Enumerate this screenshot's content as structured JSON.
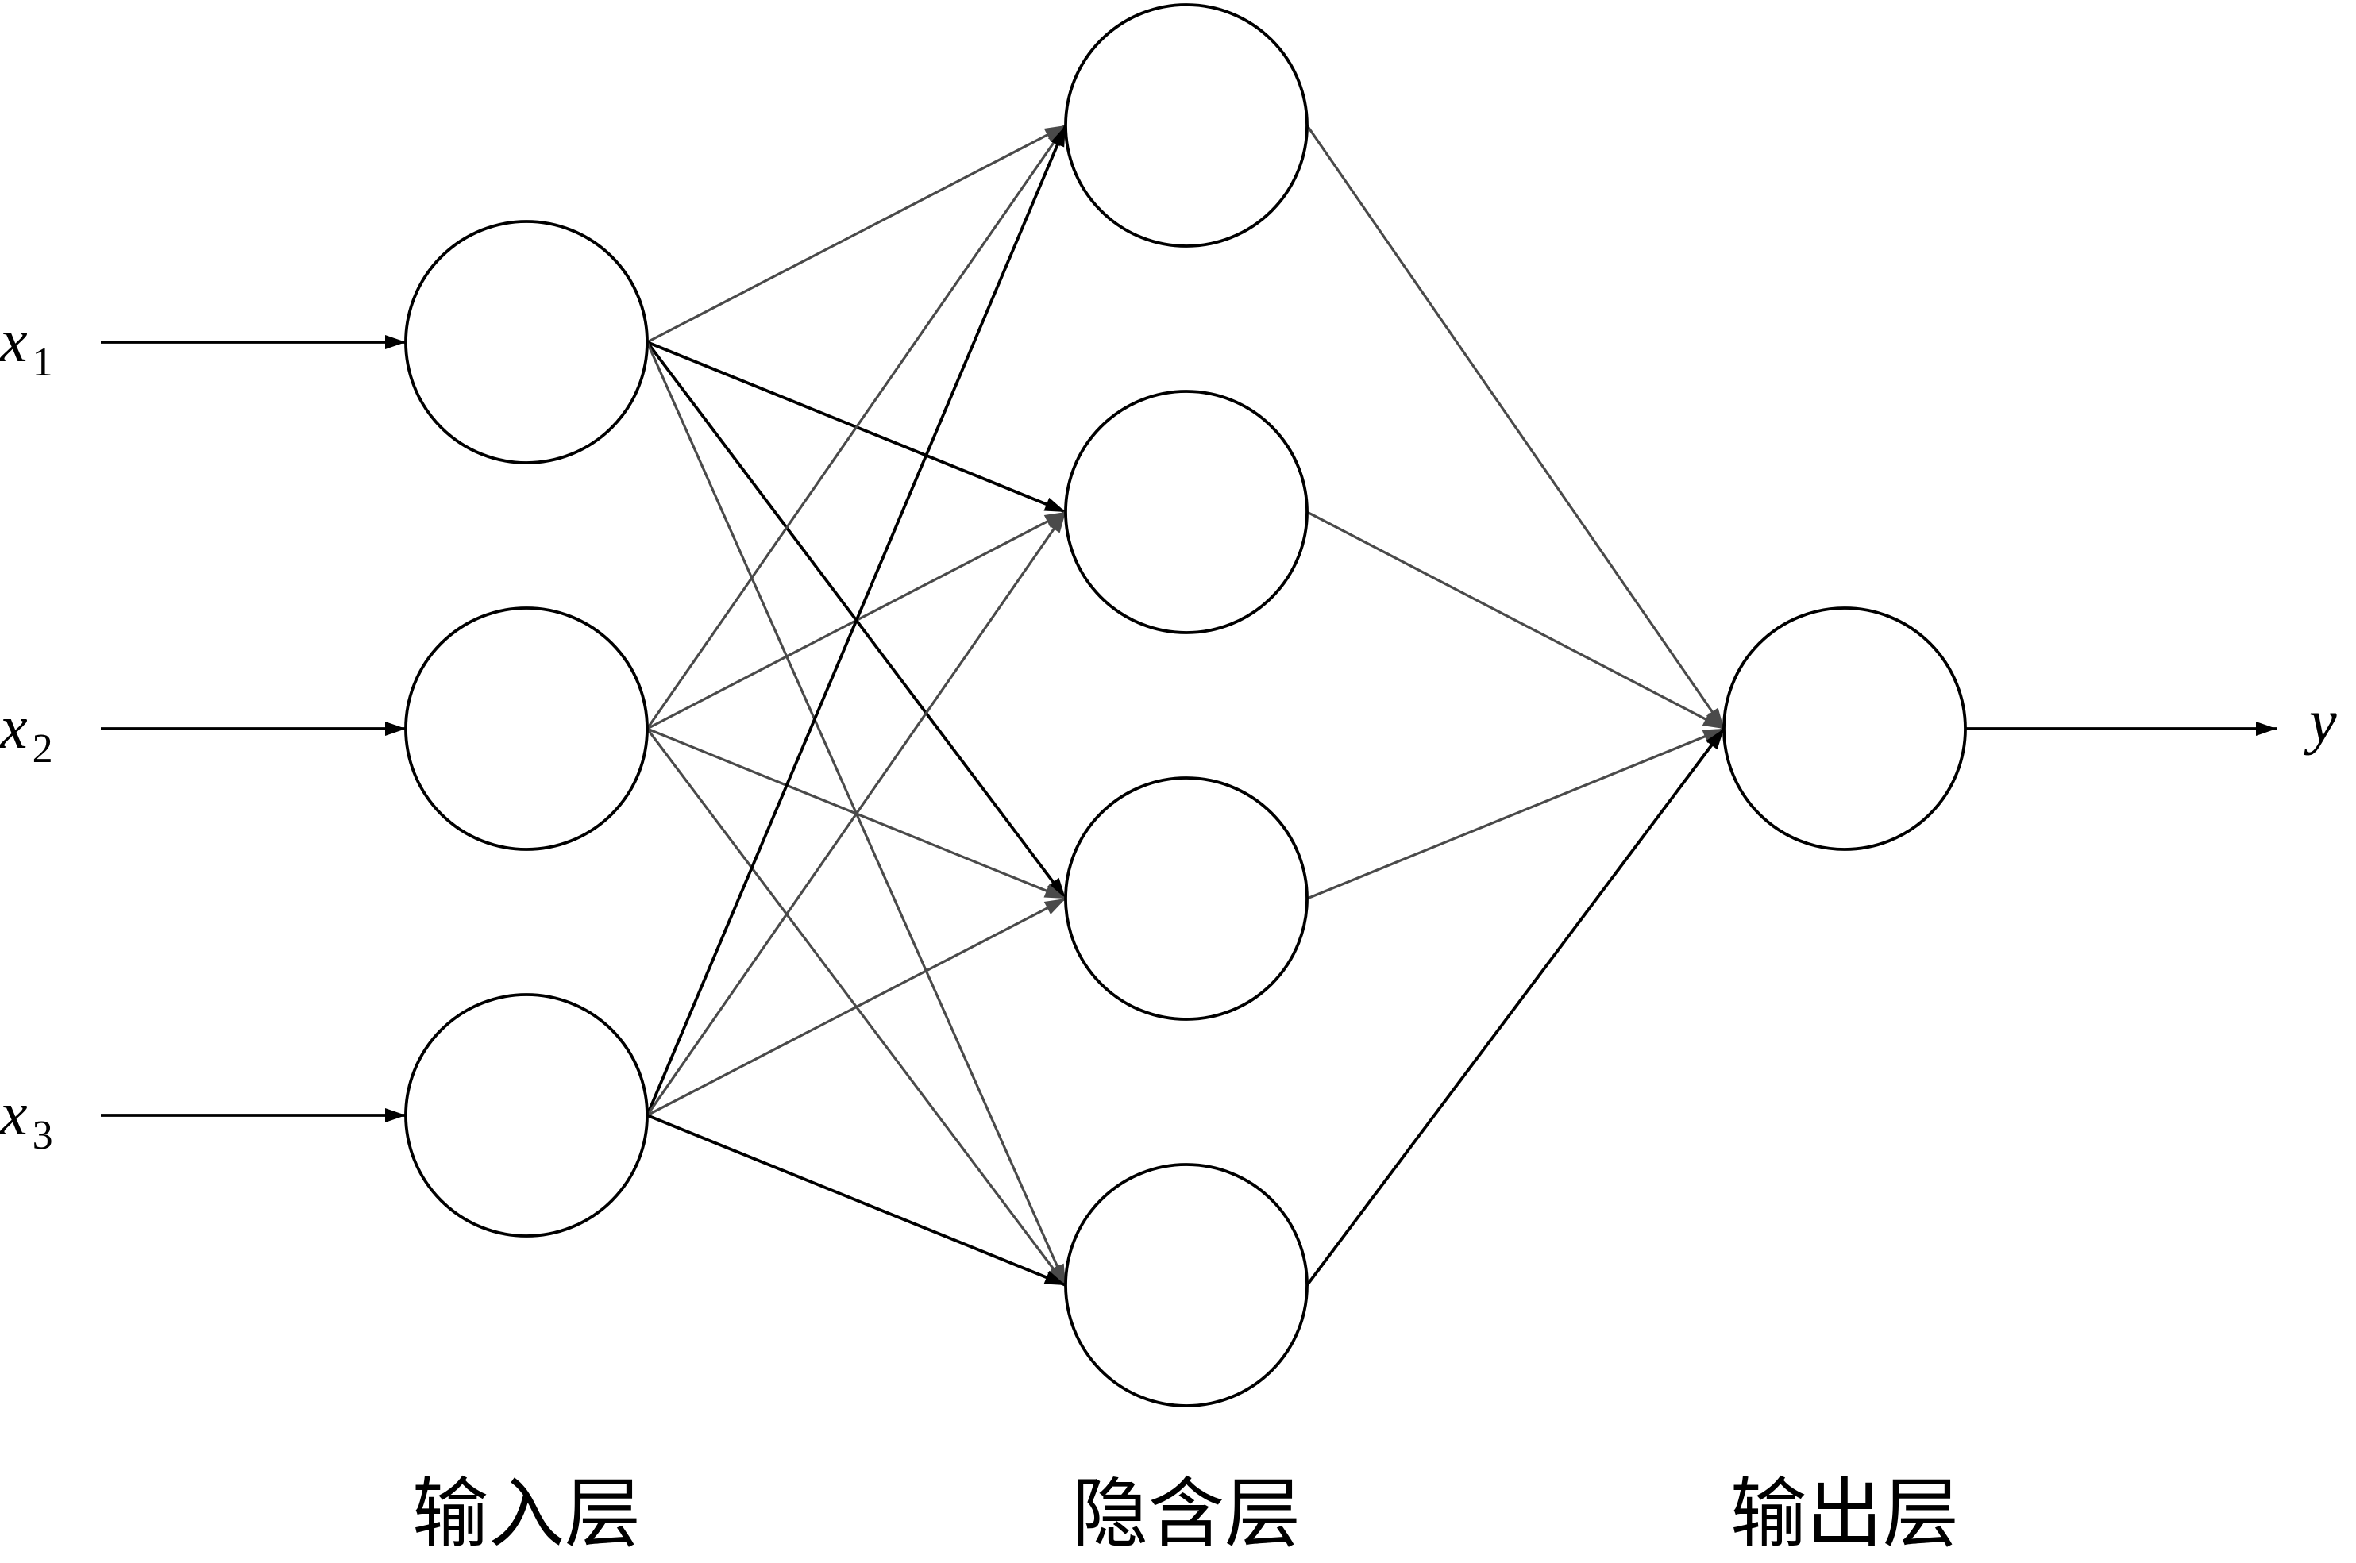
{
  "layers": {
    "input": {
      "label": "输入层",
      "node_count": 3,
      "inputs": [
        {
          "symbol": "x",
          "subscript": "1"
        },
        {
          "symbol": "x",
          "subscript": "2"
        },
        {
          "symbol": "x",
          "subscript": "3"
        }
      ]
    },
    "hidden": {
      "label": "隐含层",
      "node_count": 4
    },
    "output": {
      "label": "输出层",
      "node_count": 1,
      "outputs": [
        {
          "symbol": "y"
        }
      ]
    }
  },
  "connections": {
    "input_to_hidden": "fully-connected",
    "hidden_to_output": "fully-connected"
  },
  "colors": {
    "line": "#000000",
    "secondary_line": "#4a4a4a",
    "background": "#ffffff"
  }
}
